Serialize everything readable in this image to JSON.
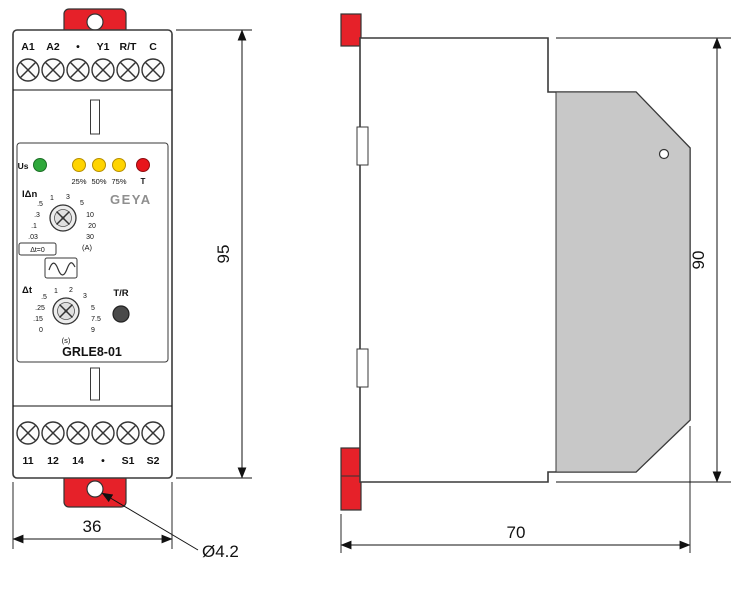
{
  "front_view": {
    "top_terminal_labels": [
      "A1",
      "A2",
      "•",
      "Y1",
      "R/T",
      "C"
    ],
    "bottom_terminal_labels": [
      "11",
      "12",
      "14",
      "•",
      "S1",
      "S2"
    ],
    "leds": {
      "supply_label": "Us",
      "percent_labels": [
        "25%",
        "50%",
        "75%"
      ],
      "trip_label": "T"
    },
    "brand": "GEYA",
    "model": "GRLE8-01",
    "current_dial": {
      "label": "IΔn",
      "unit": "(A)",
      "note": "Δt=0",
      "scale": [
        ".5",
        "1",
        "3",
        "5",
        "10",
        "20",
        "30",
        ".3",
        ".1",
        ".03"
      ]
    },
    "time_dial": {
      "label": "Δt",
      "unit": "(s)",
      "scale": [
        ".5",
        "1",
        "2",
        "3",
        "5",
        "7.5",
        "9",
        ".25",
        ".15",
        "0"
      ]
    },
    "test_reset_label": "T/R"
  },
  "dimensions": {
    "front_height": "95",
    "front_width": "36",
    "mounting_hole": "Ø4.2",
    "side_height": "90",
    "side_depth": "70"
  },
  "colors": {
    "red": "#e62129",
    "gray_cover": "#c8c8c8",
    "led_green": "#2fa83b",
    "led_yellow": "#ffd400",
    "led_red": "#e8151b",
    "button_dark": "#4a4a4a"
  }
}
